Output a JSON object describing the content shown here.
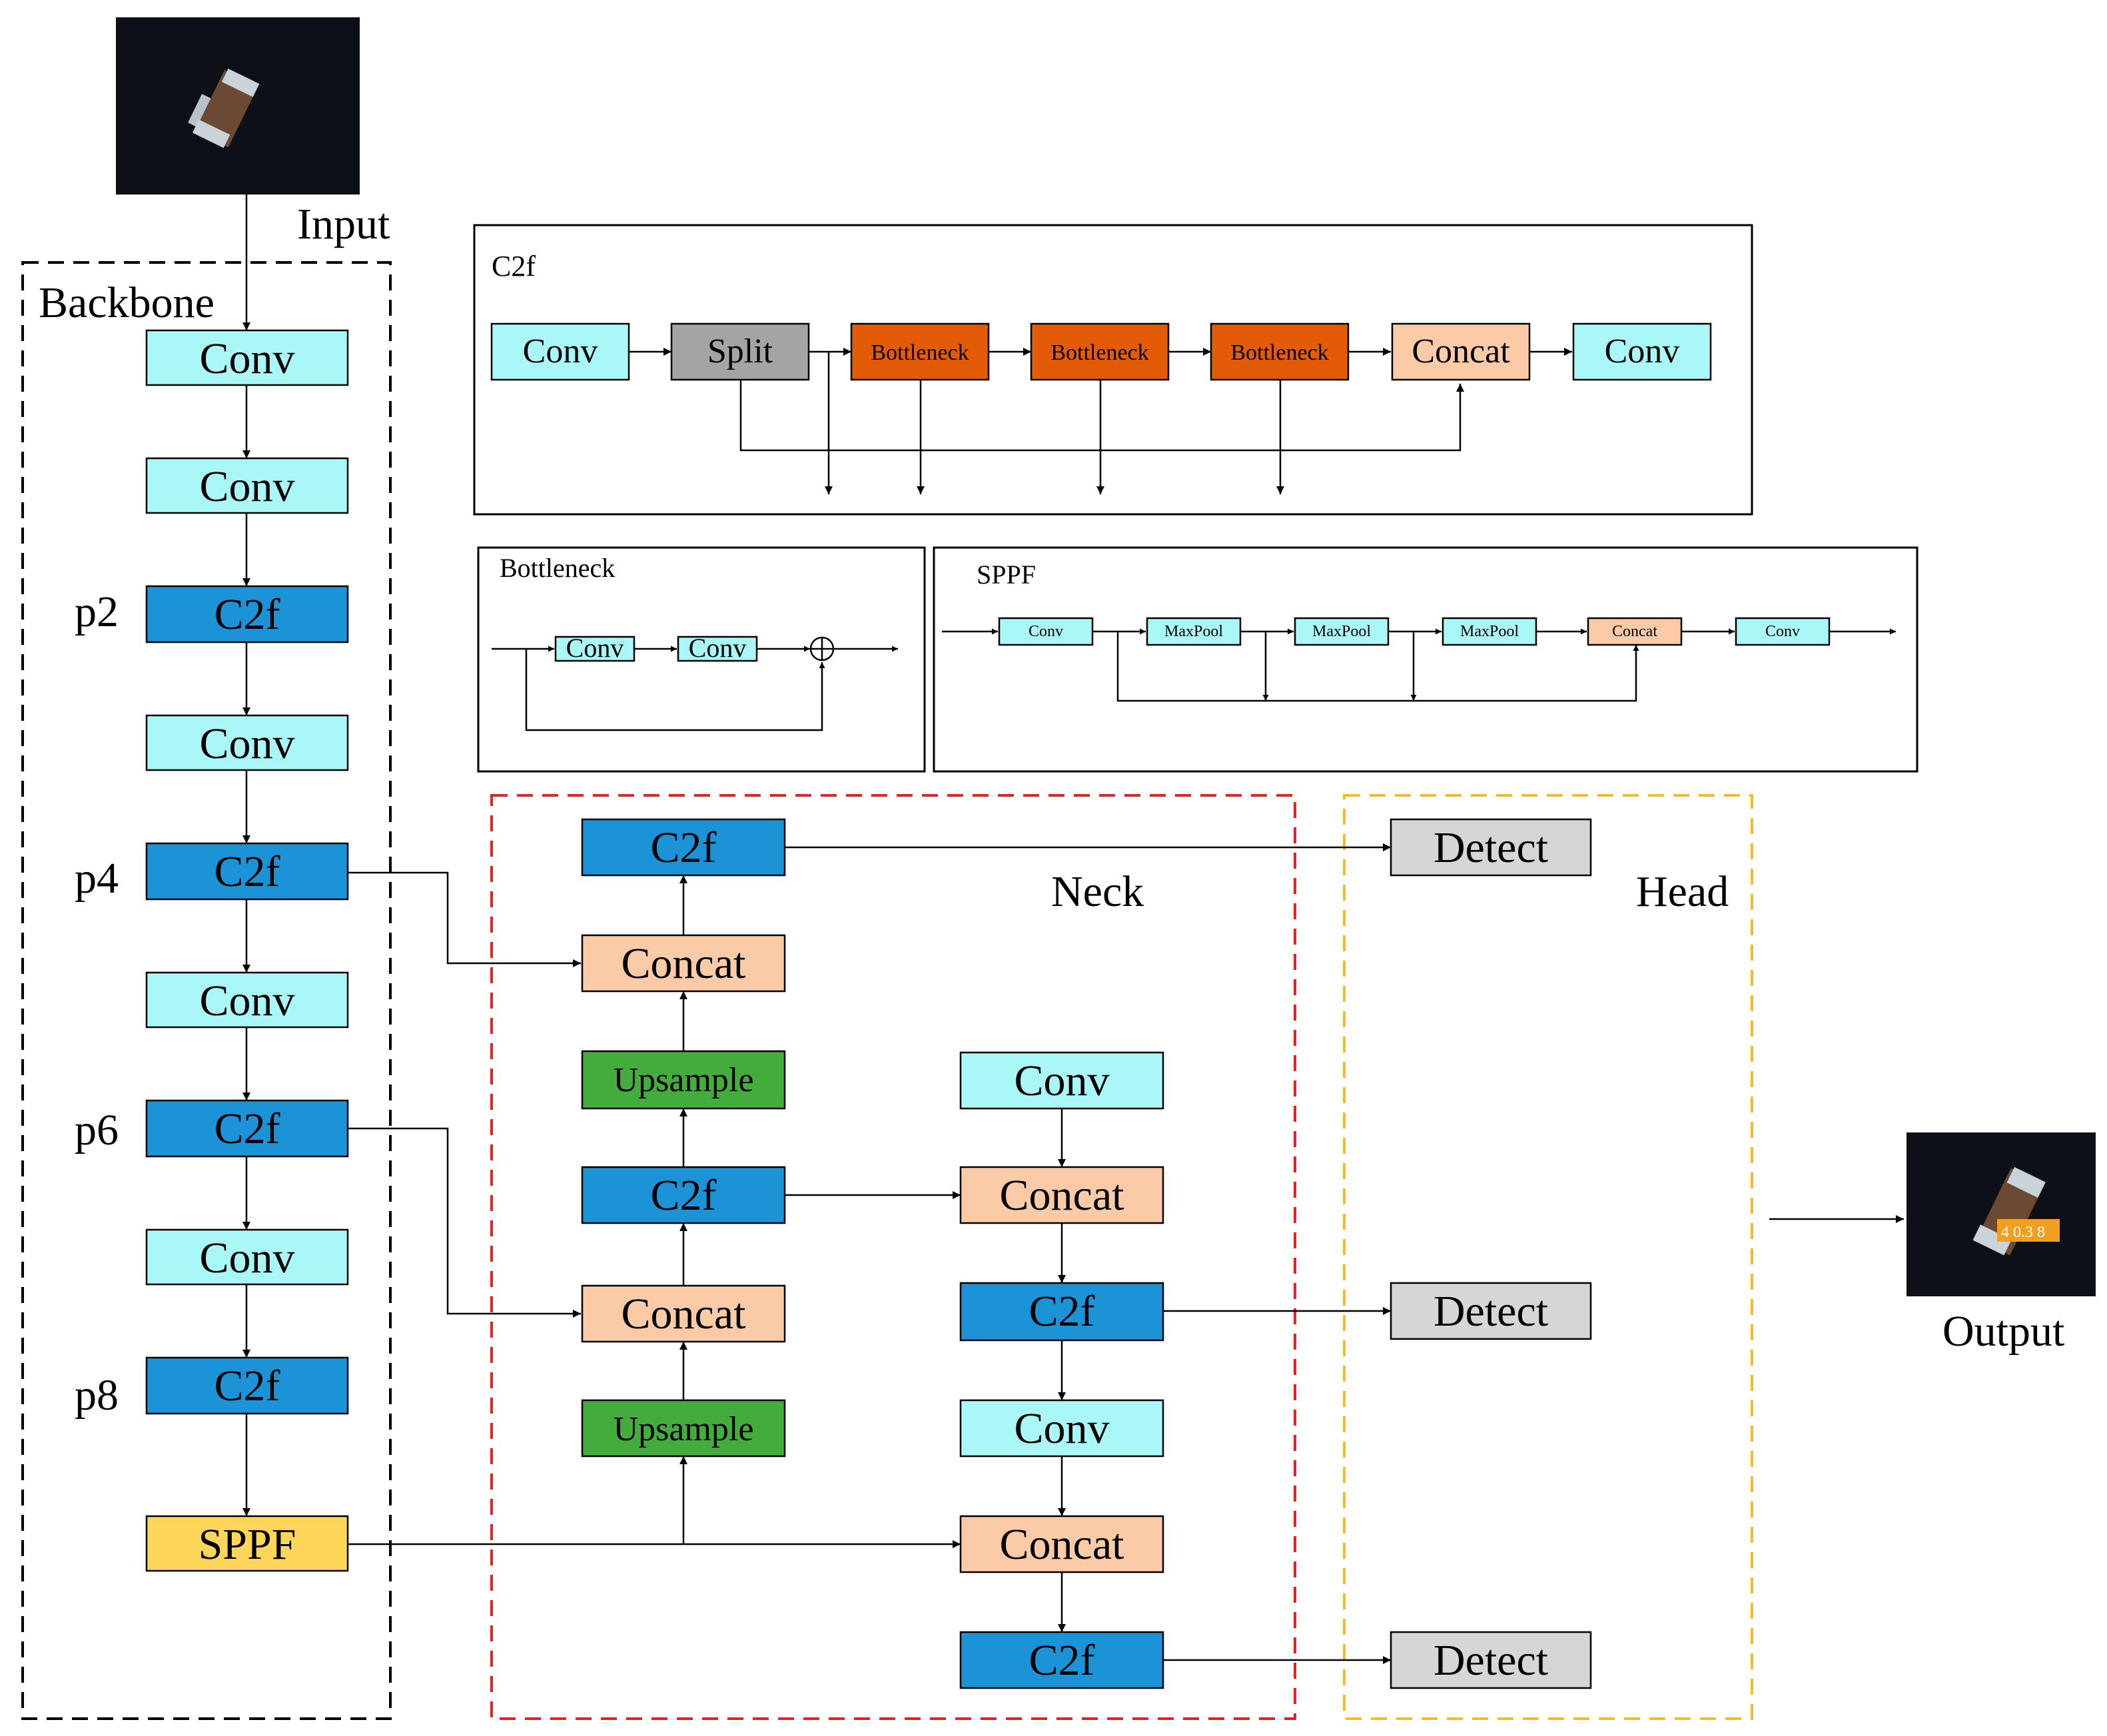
{
  "labels": {
    "input": "Input",
    "output": "Output",
    "backbone": "Backbone",
    "neck": "Neck",
    "head": "Head",
    "p2": "p2",
    "p4": "p4",
    "p6": "p6",
    "p8": "p8"
  },
  "blocks": {
    "conv": "Conv",
    "c2f": "C2f",
    "sppf": "SPPF",
    "concat": "Concat",
    "upsample": "Upsample",
    "detect": "Detect",
    "split": "Split",
    "bottleneck": "Bottleneck",
    "maxpool": "MaxPool"
  },
  "panels": {
    "c2f_title": "C2f",
    "bottleneck_title": "Bottleneck",
    "sppf_title": "SPPF"
  },
  "output_badge": "4 0.3 8",
  "colors": {
    "conv": "#aaf7f7",
    "c2f": "#1b93d6",
    "sppf": "#ffd65a",
    "concat": "#fbcba8",
    "upsample": "#43ac3c",
    "detect": "#d6d6d6",
    "split": "#a4a4a4",
    "bottleneck": "#e35b06",
    "backbone_border": "#000000",
    "neck_border": "#e42424",
    "head_border": "#f6bb2b"
  }
}
